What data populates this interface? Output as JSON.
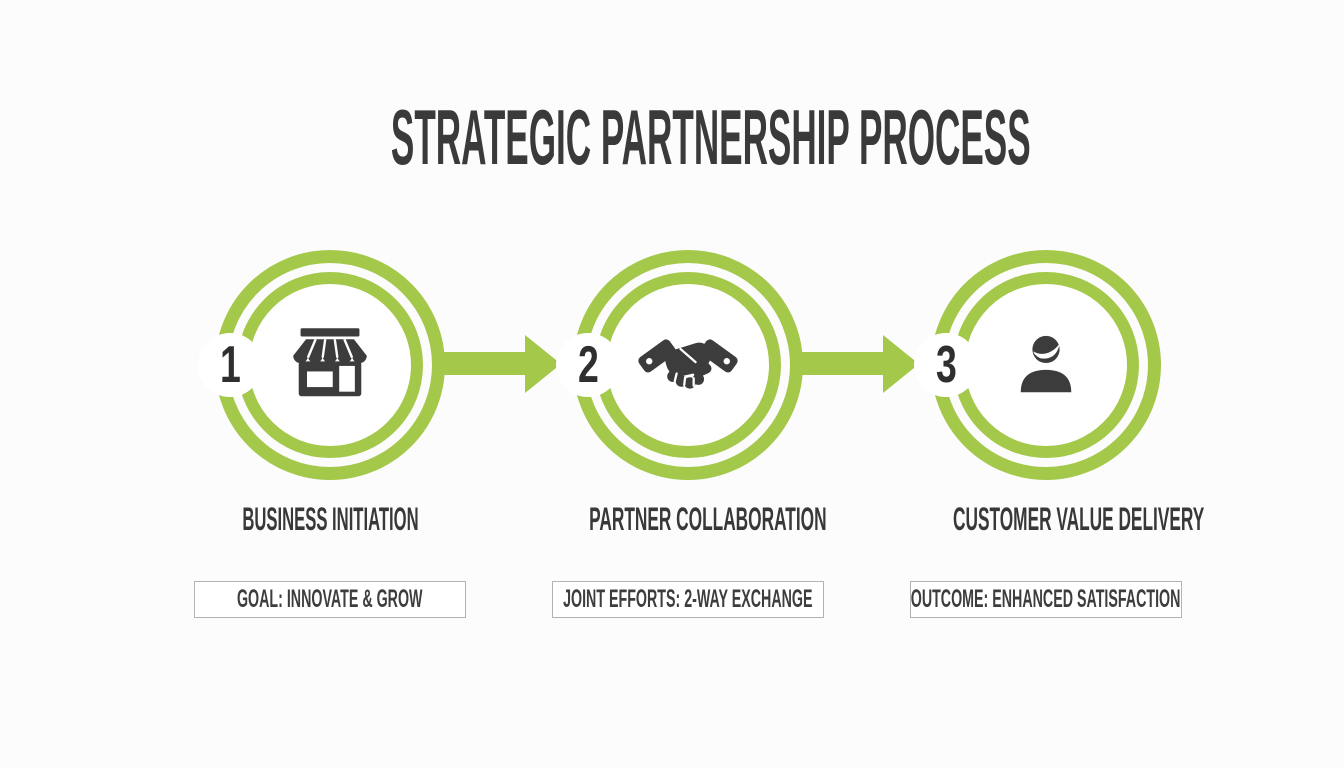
{
  "title": "STRATEGIC PARTNERSHIP PROCESS",
  "colors": {
    "accent": "#a4c84a",
    "ink": "#3b3b3b"
  },
  "steps": [
    {
      "number": "1",
      "icon": "storefront-icon",
      "label": "BUSINESS INITIATION",
      "detail": "GOAL: INNOVATE & GROW"
    },
    {
      "number": "2",
      "icon": "handshake-icon",
      "label": "PARTNER COLLABORATION",
      "detail": "JOINT EFFORTS: 2-WAY EXCHANGE"
    },
    {
      "number": "3",
      "icon": "person-icon",
      "label": "CUSTOMER VALUE DELIVERY",
      "detail": "OUTCOME: ENHANCED SATISFACTION"
    }
  ]
}
